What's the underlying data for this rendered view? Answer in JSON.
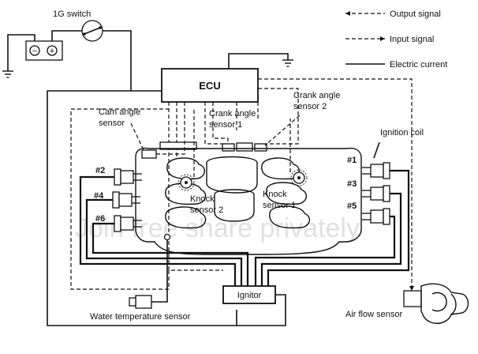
{
  "legend": {
    "output_signal": "Output signal",
    "input_signal": "Input signal",
    "electric_current": "Electric current"
  },
  "labels": {
    "ig_switch": "1G switch",
    "ecu": "ECU",
    "crank_sensor_1": [
      "Crank angle",
      "sensor 1"
    ],
    "crank_sensor_2": [
      "Crank angle",
      "sensor 2"
    ],
    "cam_sensor": [
      "Cam angle",
      "sensor"
    ],
    "ignition_coil": "Ignition coil",
    "knock_sensor_2": [
      "Knock",
      "sensor 2"
    ],
    "knock_sensor_1": [
      "Knock",
      "sensor 1"
    ],
    "ignitor": "Ignitor",
    "water_temp_sensor": "Water temperature sensor",
    "air_flow_sensor": "Air flow sensor",
    "battery_minus": "−",
    "battery_plus": "+"
  },
  "cylinders": {
    "c1": "#1",
    "c2": "#2",
    "c3": "#3",
    "c4": "#4",
    "c5": "#5",
    "c6": "#6"
  },
  "watermark": "Join free share privately",
  "colors": {
    "ink": "#111111",
    "watermark": "#e0e0e0"
  }
}
